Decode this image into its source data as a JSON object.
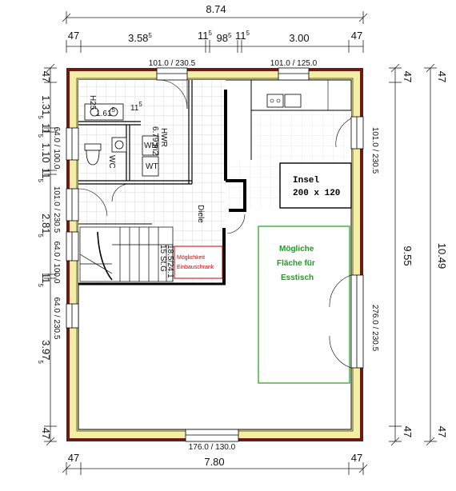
{
  "dims": {
    "top_total": "8.74",
    "top_seg1": "47",
    "top_seg2": "3.58",
    "top_seg2_sup": "5",
    "top_seg3": "11",
    "top_seg3_sup": "5",
    "top_seg4": "98",
    "top_seg4_sup": "5",
    "top_seg5": "11",
    "top_seg5_sup": "5",
    "top_seg6": "3.00",
    "top_seg7": "47",
    "bottom_total": "7.80",
    "bottom_left": "47",
    "bottom_right": "47",
    "right_total": "10.49",
    "right_inner": "9.55",
    "right_top": "47",
    "right_top2": "47",
    "right_bottom": "47",
    "right_bottom2": "47",
    "left_top": "47",
    "left_a": "1.31",
    "left_a_sup": "5",
    "left_b": "11",
    "left_b_sup": "5",
    "left_c": "1.10",
    "left_d": "11",
    "left_d_sup": "5",
    "left_e": "2.81",
    "left_e_sup": "5",
    "left_f": "11",
    "left_f_sup": "5",
    "left_g": "3.97",
    "left_g_sup": "5",
    "left_bottom": "47"
  },
  "windows": {
    "top_left": "101.0 / 230.5",
    "top_right": "101.0 / 125.0",
    "right_upper": "101.0 / 230.5",
    "right_lower": "276.0 / 230.5",
    "bottom": "176.0 / 130.0",
    "left_1": "64.0 / 100.0",
    "left_2": "101.0 / 230.5",
    "left_3": "64.0 / 100.0",
    "left_4": "64.0 / 230.5"
  },
  "rooms": {
    "hwr": "HWR",
    "hwr_area": "6.79 m2",
    "wc": "WC",
    "diele": "Diele",
    "wm": "WM",
    "wt": "WT",
    "inner_dim1": "1.61",
    "inner_dim1_sup": "5",
    "inner_dim2": "11",
    "inner_dim2_sup": "5",
    "stair_1": "15 St.G",
    "stair_2": "18.5/24.1",
    "h25": "H25"
  },
  "notes": {
    "insel_1": "Insel",
    "insel_2": "200 x 120",
    "essen_1": "Mögliche",
    "essen_2": "Fläche für",
    "essen_3": "Esstisch",
    "schrank_1": "Möglichkeit",
    "schrank_2": "Einbauschrank"
  }
}
